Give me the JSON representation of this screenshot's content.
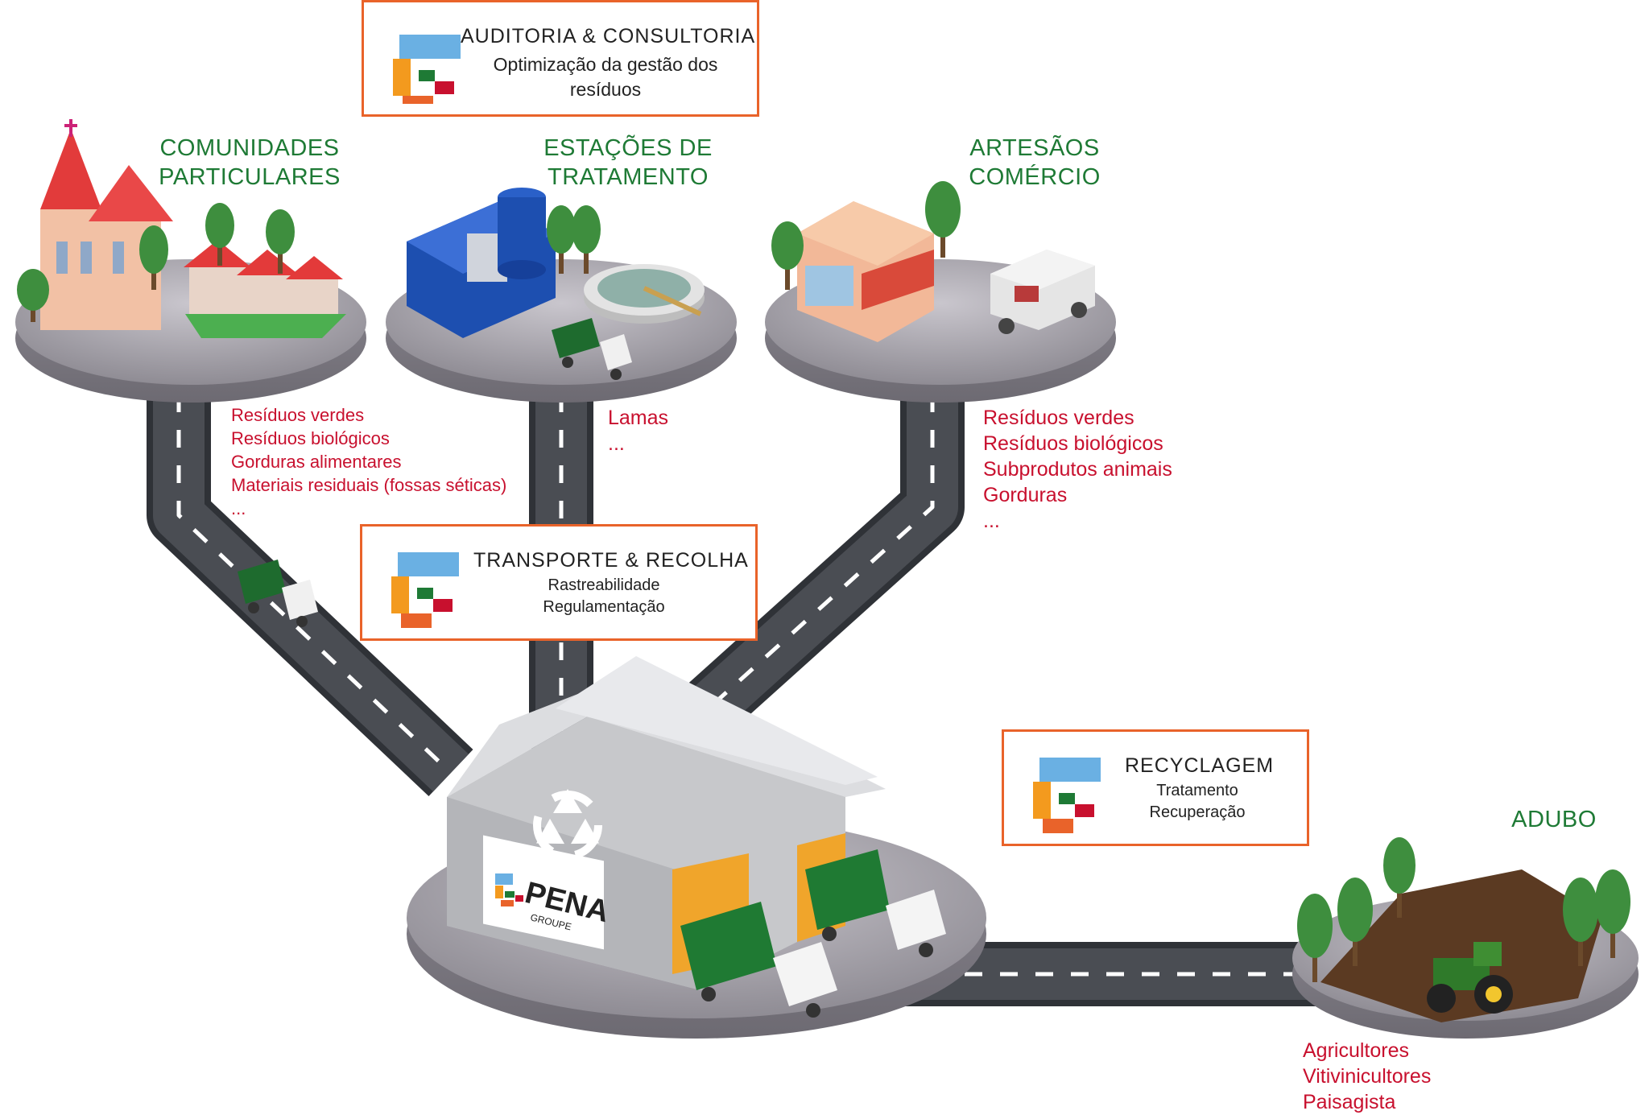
{
  "colors": {
    "green_label": "#1e7a35",
    "red_text": "#c8102e",
    "box_border": "#e9632a",
    "road": "#3b3e44",
    "platform": "#9d9aa2"
  },
  "sources": [
    {
      "title": [
        "COMUNIDADES",
        "PARTICULARES"
      ],
      "wastes": [
        "Resíduos verdes",
        "Resíduos biológicos",
        "Gorduras alimentares",
        "Materiais residuais  (fossas séticas)",
        "..."
      ]
    },
    {
      "title": [
        "ESTAÇÕES DE",
        "TRATAMENTO"
      ],
      "wastes": [
        "Lamas",
        "..."
      ]
    },
    {
      "title": [
        "ARTESÃOS",
        "COMÉRCIO"
      ],
      "wastes": [
        "Resíduos verdes",
        "Resíduos biológicos",
        "Subprodutos animais",
        "Gorduras",
        "..."
      ]
    }
  ],
  "services": {
    "audit": {
      "title": "AUDITORIA & CONSULTORIA",
      "subtitle": [
        "Optimização da gestão dos",
        "resíduos"
      ]
    },
    "transport": {
      "title": "TRANSPORTE & RECOLHA",
      "subtitle": [
        "Rastreabilidade",
        "Regulamentação"
      ]
    },
    "recycling": {
      "title": "RECYCLAGEM",
      "subtitle": [
        "Tratamento",
        "Recuperação"
      ]
    }
  },
  "destination": {
    "title": "ADUBO",
    "users": [
      "Agricultores",
      "Vitivinicultores",
      "Paisagista"
    ]
  },
  "plant": {
    "brand": "PENA",
    "brand_sub": "GROUPE",
    "icon": "recycle-icon"
  }
}
